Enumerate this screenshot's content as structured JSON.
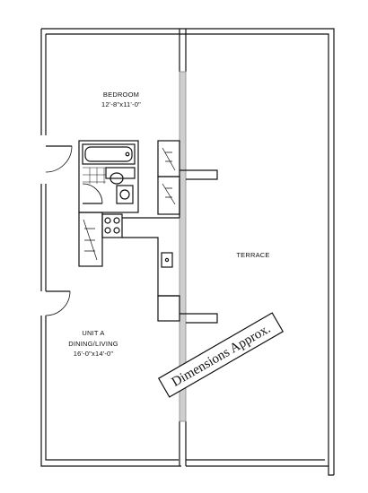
{
  "rooms": {
    "bedroom": {
      "name": "BEDROOM",
      "dims": "12'-8\"x11'-0\""
    },
    "terrace": {
      "name": "TERRACE"
    },
    "living": {
      "unit": "UNIT A",
      "name": "DINING/LIVING",
      "dims": "16'-0\"x14'-0\""
    }
  },
  "stamp": {
    "text": "Dimensions Approx."
  }
}
